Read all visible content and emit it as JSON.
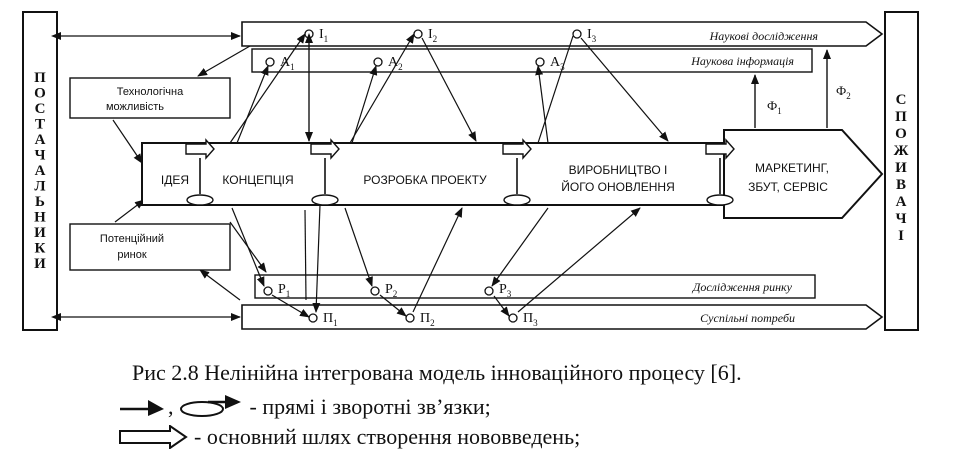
{
  "diagram": {
    "suppliers_letters": [
      "П",
      "О",
      "С",
      "Т",
      "А",
      "Ч",
      "А",
      "Л",
      "Ь",
      "Н",
      "И",
      "К",
      "И"
    ],
    "consumers_letters": [
      "С",
      "П",
      "О",
      "Ж",
      "И",
      "В",
      "А",
      "Ч",
      "І"
    ],
    "tech_box": [
      "Технологічна",
      "можливість"
    ],
    "market_box": [
      "Потенційний",
      "ринок"
    ],
    "band_science": "Наукові дослідження",
    "band_info": "Наукова інформація",
    "band_market_research": "Дослідження ринку",
    "band_needs": "Суспільні потреби",
    "stage_idea": "ІДЕЯ",
    "stage_concept": "КОНЦЕПЦІЯ",
    "stage_design": "РОЗРОБКА ПРОЕКТУ",
    "stage_production": [
      "ВИРОБНИЦТВО І",
      "ЙОГО ОНОВЛЕННЯ"
    ],
    "stage_marketing": [
      "МАРКЕТИНГ,",
      "ЗБУТ, СЕРВІС"
    ],
    "i_labels": [
      [
        "I",
        "1"
      ],
      [
        "I",
        "2"
      ],
      [
        "I",
        "3"
      ]
    ],
    "a_labels": [
      [
        "A",
        "1"
      ],
      [
        "A",
        "2"
      ],
      [
        "A",
        "3"
      ]
    ],
    "p_labels": [
      [
        "P",
        "1"
      ],
      [
        "P",
        "2"
      ],
      [
        "P",
        "3"
      ]
    ],
    "pi_labels": [
      [
        "П",
        "1"
      ],
      [
        "П",
        "2"
      ],
      [
        "П",
        "3"
      ]
    ],
    "phi_labels": [
      [
        "Ф",
        "1"
      ],
      [
        "Ф",
        "2"
      ]
    ]
  },
  "caption": {
    "title": "Рис 2.8 Нелінійна інтегрована модель інноваційного процесу [6].",
    "legend1_comma": ",",
    "legend1_text": "- прямі і зворотні зв’язки;",
    "legend2_text": "- основний шлях створення нововведень;"
  }
}
